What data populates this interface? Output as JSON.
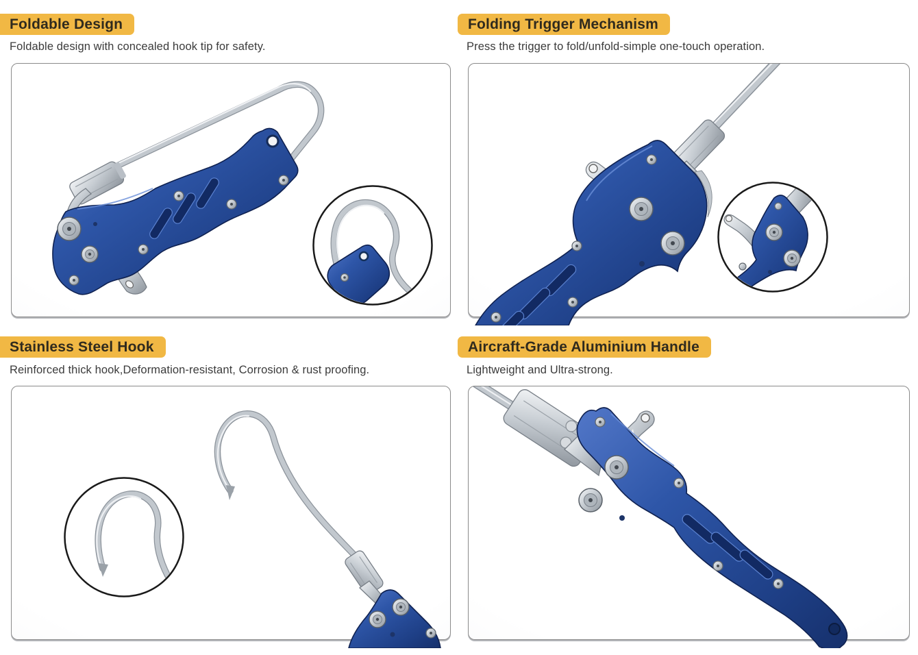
{
  "colors": {
    "badge_bg": "#F1B844",
    "badge_text": "#2F2A1E",
    "description_text": "#3B3B3B",
    "panel_border": "#8A8A8A",
    "handle_blue": "#2E56A8",
    "handle_blue_dark": "#16306B",
    "handle_blue_highlight": "#5B82D0",
    "steel": "#C6CCD2",
    "steel_dark": "#8E959D",
    "steel_highlight": "#F2F4F6",
    "inset_ring": "#1A1A1A"
  },
  "sections": [
    {
      "id": "foldable-design",
      "title": "Foldable Design",
      "description": "Foldable design with concealed hook tip for safety.",
      "image": "folded-gaff-with-concealed-hook-render",
      "inset": "hook-tip-magnifier"
    },
    {
      "id": "folding-trigger-mechanism",
      "title": "Folding Trigger Mechanism",
      "description": "Press the trigger to fold/unfold-simple one-touch operation.",
      "image": "trigger-mechanism-closeup-render",
      "inset": "trigger-magnifier"
    },
    {
      "id": "stainless-steel-hook",
      "title": "Stainless Steel Hook",
      "description": "Reinforced thick hook,Deformation-resistant, Corrosion & rust proofing.",
      "image": "stainless-steel-hook-render",
      "inset": "hook-bend-magnifier"
    },
    {
      "id": "aircraft-grade-aluminium-handle",
      "title": "Aircraft-Grade Aluminium Handle",
      "description": "Lightweight and Ultra-strong.",
      "image": "aluminium-handle-render"
    }
  ]
}
